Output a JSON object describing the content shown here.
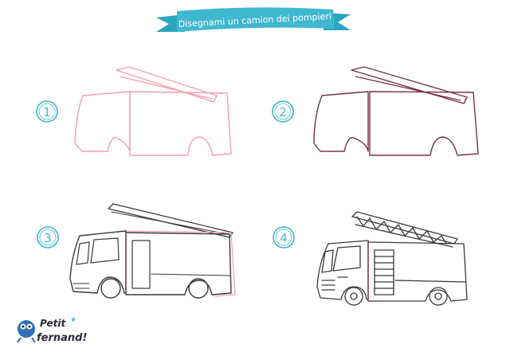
{
  "banner": {
    "title": "Disegnami un camion dei pompieri"
  },
  "steps": [
    {
      "number": "1"
    },
    {
      "number": "2"
    },
    {
      "number": "3"
    },
    {
      "number": "4"
    }
  ],
  "logo": {
    "line1": "Petit",
    "line2": "fernand!"
  },
  "colors": {
    "accent": "#3fb8cf",
    "step1_stroke": "#f0a0b0",
    "step2_stroke": "#7a3345",
    "dark_stroke": "#3a3a3a"
  }
}
